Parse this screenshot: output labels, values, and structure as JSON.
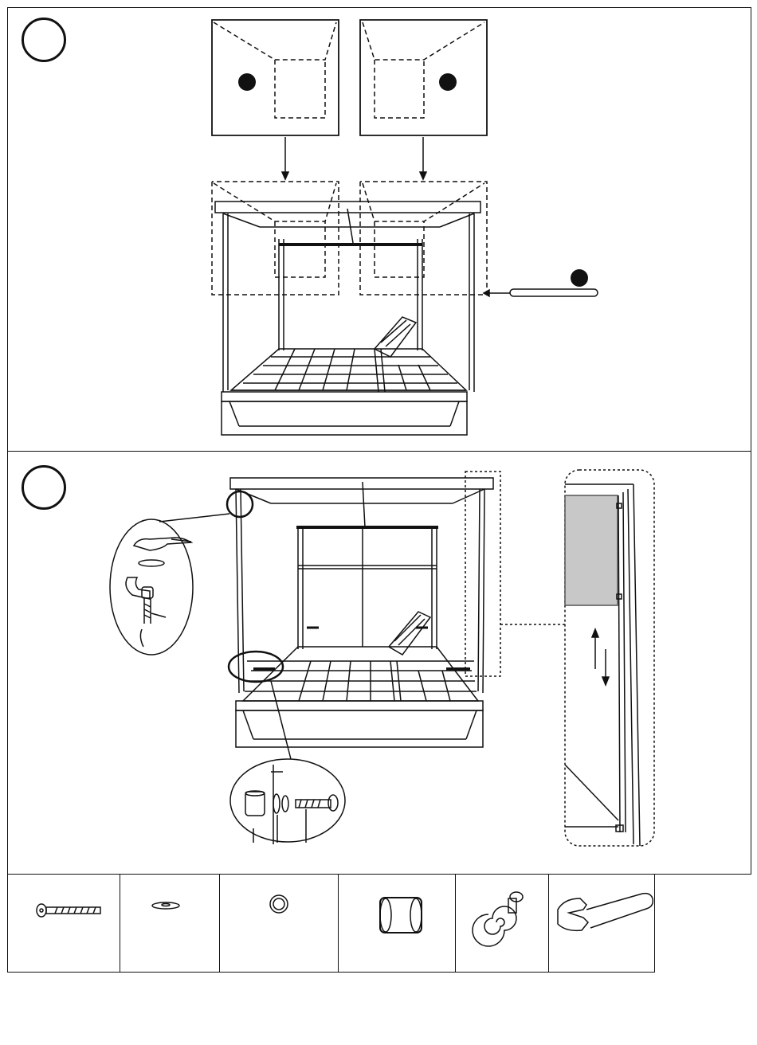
{
  "document": {
    "type": "assembly-instructions",
    "steps": [
      {
        "id": "step-top",
        "label": ""
      },
      {
        "id": "step-bottom",
        "label": ""
      }
    ],
    "parts_table": [
      {
        "icon": "bolt-icon",
        "label": ""
      },
      {
        "icon": "lock-washer-icon",
        "label": ""
      },
      {
        "icon": "flat-washer-icon",
        "label": ""
      },
      {
        "icon": "spacer-tube-icon",
        "label": ""
      },
      {
        "icon": "hook-screw-icon",
        "label": ""
      },
      {
        "icon": "wrench-icon",
        "label": ""
      }
    ],
    "colors": {
      "line": "#111111",
      "panel_fill": "#c8c8c8",
      "background": "#ffffff"
    }
  }
}
